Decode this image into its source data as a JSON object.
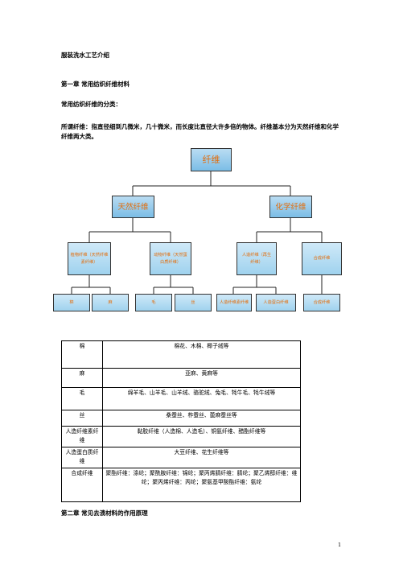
{
  "doc_title": "服装洗水工艺介绍",
  "chapter1": "第一章  常用纺织纤维材料",
  "classify_heading": "常用纺织纤维的分类：",
  "definition": "所谓纤维：指直径细到几微米，几十微米，而长度比直径大许多倍的物体。纤维基本分为天然纤维和化学纤维两大类。",
  "diagram": {
    "root": "纤维",
    "natural": "天然纤维",
    "chemical": "化学纤维",
    "plant": "植物纤维（天然纤维素纤维）",
    "animal": "动物纤维（天然蛋白质纤维）",
    "manmade": "人造纤维（再生纤维）",
    "synthetic": "合成纤维",
    "cotton": "棉",
    "hemp": "麻",
    "wool": "毛",
    "silk": "丝",
    "cellulose": "人造纤维素纤维",
    "protein": "人造蛋白纤维",
    "synthetic_leaf": "合成纤维"
  },
  "table": [
    {
      "name": "棉",
      "desc": "棉花、木棉、椰子绒等"
    },
    {
      "name": "麻",
      "desc": "亚麻、黄麻等"
    },
    {
      "name": "毛",
      "desc": "绵羊毛、山羊毛、山羊绒、骆驼绒、兔毛、牦牛毛、牦牛绒等"
    },
    {
      "name": "丝",
      "desc": "桑蚕丝、柞蚕丝、蓖麻蚕丝等"
    },
    {
      "name": "人造纤维素纤维",
      "desc": "黏胶纤维（人造棉、人造毛）、铜氨纤维、醋酯纤维等"
    },
    {
      "name": "人造蛋白质纤维",
      "desc": "大豆纤维、花生纤维等"
    },
    {
      "name": "合成纤维",
      "desc": "聚酯纤维：涤纶；聚酰胺纤维：锦纶；聚丙烯腈纤维：腈纶；聚乙烯醇纤维：维纶；聚丙烯纤维：丙纶；聚氨基甲酸酯纤维：氨纶"
    }
  ],
  "chapter2": "第二章  常见去渍材料的作用原理",
  "page_number": "1"
}
